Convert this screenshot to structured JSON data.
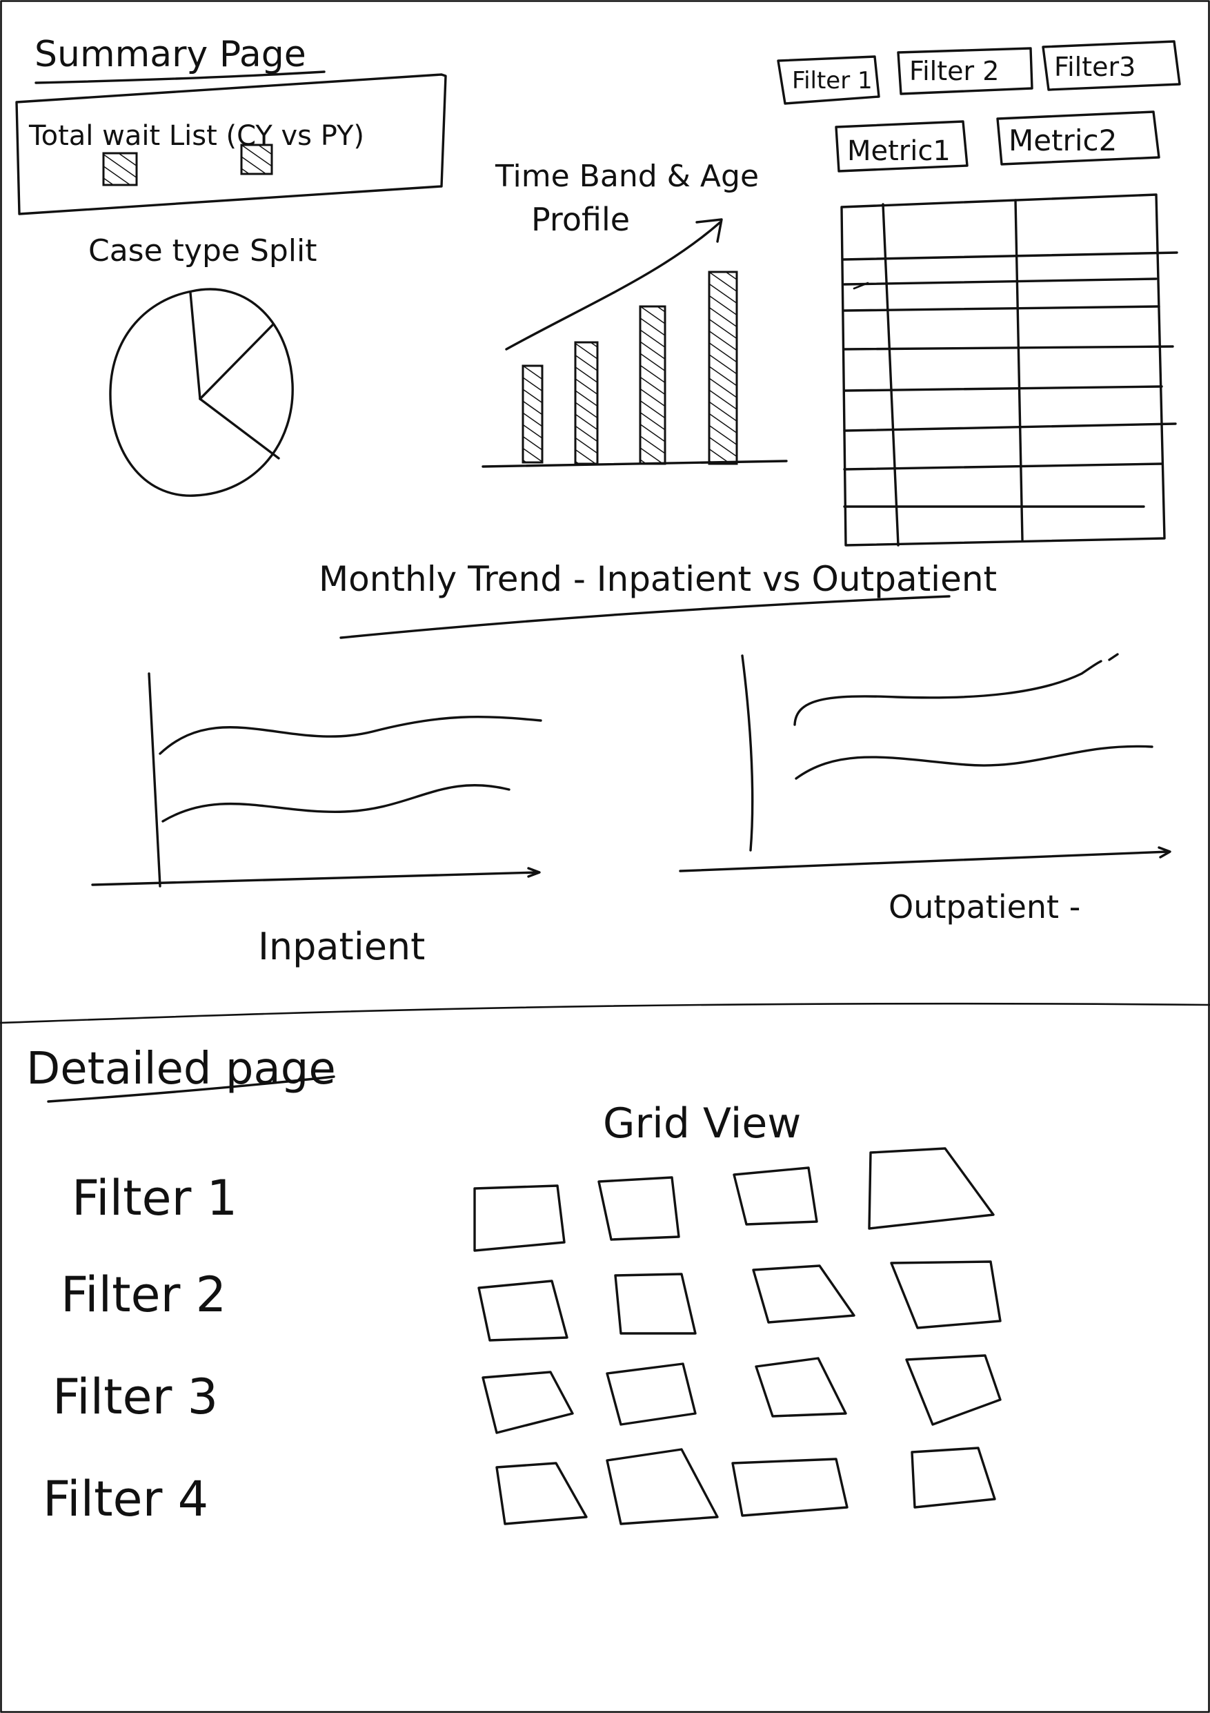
{
  "summary": {
    "title": "Summary Page",
    "kpi_card": {
      "title": "Total wait List (CY vs PY)"
    },
    "filters": [
      "Filter 1",
      "Filter 2",
      "Filter3"
    ],
    "metrics": [
      "Metric1",
      "Metric2"
    ],
    "pie": {
      "title": "Case type Split"
    },
    "bar": {
      "title_line1": "Time Band & Age",
      "title_line2": "Profile"
    },
    "trend": {
      "title": "Monthly Trend - Inpatient vs Outpatient"
    },
    "inpatient_label": "Inpatient",
    "outpatient_label": "Outpatient -"
  },
  "detailed": {
    "title": "Detailed page",
    "grid_title": "Grid View",
    "filters": [
      "Filter 1",
      "Filter 2",
      "Filter 3",
      "Filter 4"
    ]
  },
  "colors": {
    "ink": "#111111",
    "paper": "#ffffff"
  }
}
